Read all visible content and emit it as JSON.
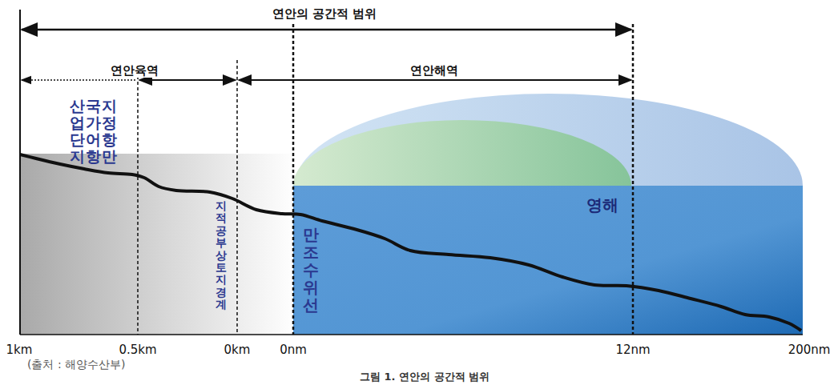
{
  "diagram": {
    "caption": "그림 1. 연안의 공간적 범위",
    "labels": [
      "연안의 공간적 범위",
      "연안육역",
      "연안해역",
      "산업단지",
      "국가어항",
      "지정항만",
      "지적공부상 토지경계",
      "만조수위선",
      "영해",
      "1km",
      "0.5km",
      "0km",
      "0nm",
      "12nm",
      "200nm",
      "(출처 : 해양수산부)"
    ]
  }
}
